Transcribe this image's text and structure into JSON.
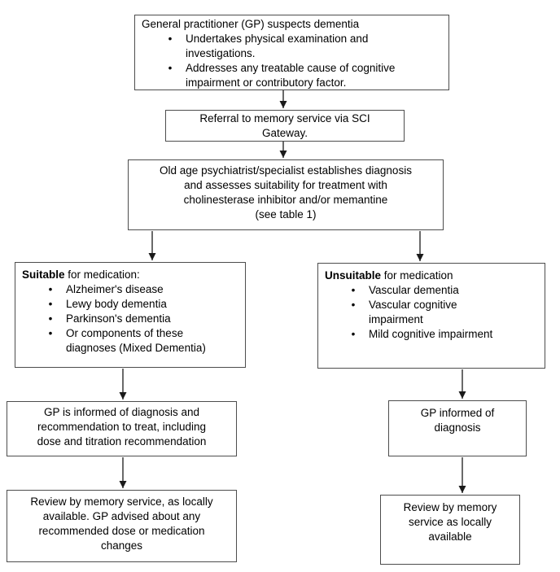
{
  "flowchart": {
    "gp_suspects": {
      "heading": "General practitioner (GP) suspects dementia",
      "bullets": [
        "Undertakes physical examination and investigations.",
        "Addresses any treatable cause of cognitive impairment or contributory factor."
      ]
    },
    "referral": {
      "lines": [
        "Referral to memory service via SCI",
        "Gateway."
      ]
    },
    "specialist": {
      "lines": [
        "Old age psychiatrist/specialist establishes diagnosis",
        "and assesses suitability for treatment with",
        "cholinesterase inhibitor and/or memantine",
        "(see table 1)"
      ]
    },
    "suitable": {
      "heading_bold": "Suitable",
      "heading_rest": " for medication:",
      "bullets": [
        "Alzheimer's disease",
        "Lewy body dementia",
        "Parkinson's dementia",
        "Or components of these diagnoses (Mixed Dementia)"
      ]
    },
    "unsuitable": {
      "heading_bold": "Unsuitable",
      "heading_rest": " for medication",
      "bullets": [
        "Vascular dementia",
        "Vascular cognitive impairment",
        "Mild cognitive impairment"
      ]
    },
    "gp_informed_left": {
      "lines": [
        "GP is informed of diagnosis and",
        "recommendation to treat, including",
        "dose and titration recommendation"
      ]
    },
    "review_left": {
      "lines": [
        "Review by memory service, as locally",
        "available. GP advised about any",
        "recommended dose or medication",
        "changes"
      ]
    },
    "gp_informed_right": {
      "lines": [
        "GP informed of",
        "diagnosis"
      ]
    },
    "review_right": {
      "lines": [
        "Review by memory",
        "service as locally",
        "available"
      ]
    },
    "bullet_glyph": "•"
  },
  "colors": {
    "background": "#ffffff",
    "box_border": "#4d4d4d",
    "text": "#000000",
    "arrow": "#1a1a1a"
  }
}
